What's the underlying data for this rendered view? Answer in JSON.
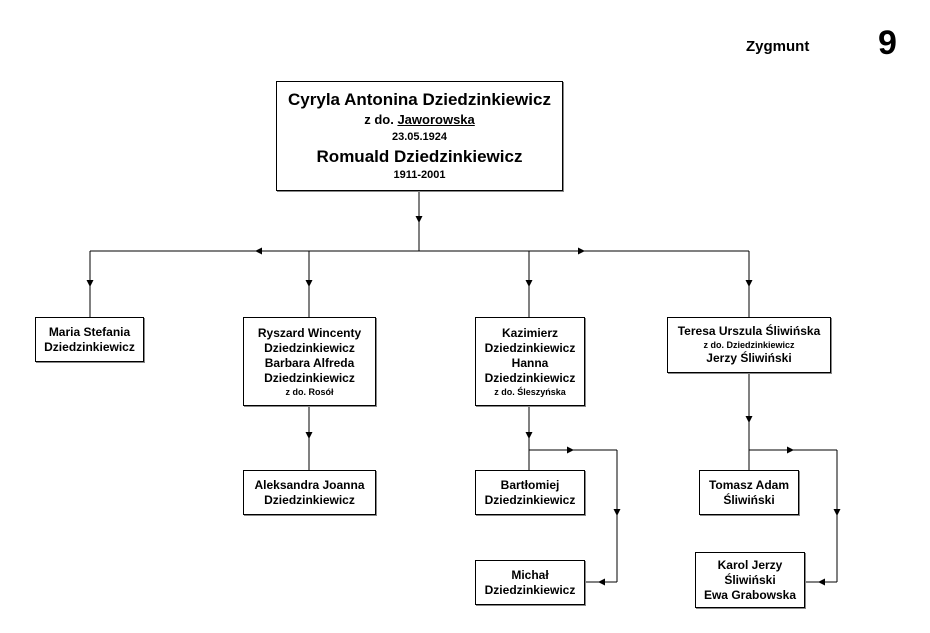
{
  "header": {
    "branch_name": "Zygmunt",
    "page_number": "9"
  },
  "root": {
    "line1": "Cyryla Antonina Dziedzinkiewicz",
    "maiden_prefix": "z do.",
    "maiden_name": "Jaworowska",
    "date": "23.05.1924",
    "spouse": "Romuald Dziedzinkiewicz",
    "spouse_years": "1911-2001"
  },
  "children": {
    "maria": {
      "line1": "Maria Stefania",
      "line2": "Dziedzinkiewicz"
    },
    "ryszard": {
      "line1": "Ryszard Wincenty",
      "line2": "Dziedzinkiewicz",
      "line3": "Barbara  Alfreda",
      "line4": "Dziedzinkiewicz",
      "line5": "z do. Rosół"
    },
    "kazimierz": {
      "line1": "Kazimierz",
      "line2": "Dziedzinkiewicz",
      "line3": "Hanna",
      "line4": "Dziedzinkiewicz",
      "line5": "z do. Śleszyńska"
    },
    "teresa": {
      "line1": "Teresa Urszula Śliwińska",
      "line2": "z do. Dziedzinkiewicz",
      "line3": "Jerzy  Śliwiński"
    }
  },
  "grandchildren": {
    "aleksandra": {
      "line1": "Aleksandra Joanna",
      "line2": "Dziedzinkiewicz"
    },
    "bartlomiej": {
      "line1": "Bartłomiej",
      "line2": "Dziedzinkiewicz"
    },
    "michal": {
      "line1": "Michał",
      "line2": "Dziedzinkiewicz"
    },
    "tomasz": {
      "line1": "Tomasz Adam",
      "line2": "Śliwiński"
    },
    "karol": {
      "line1": "Karol Jerzy",
      "line2": "Śliwiński",
      "line3": "Ewa Grabowska"
    }
  }
}
